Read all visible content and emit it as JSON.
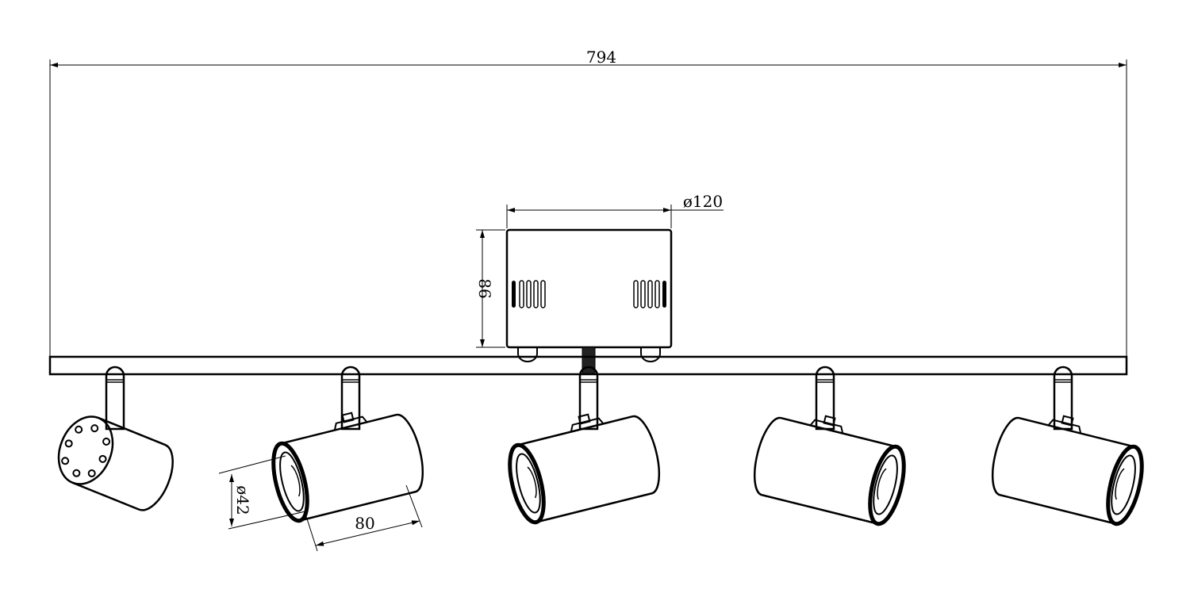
{
  "dimensions": {
    "overall_length": "794",
    "canopy_diameter": "ø120",
    "canopy_height": "86",
    "spot_diameter": "ø42",
    "spot_length": "80"
  },
  "colors": {
    "line": "#000000",
    "background": "#ffffff"
  }
}
